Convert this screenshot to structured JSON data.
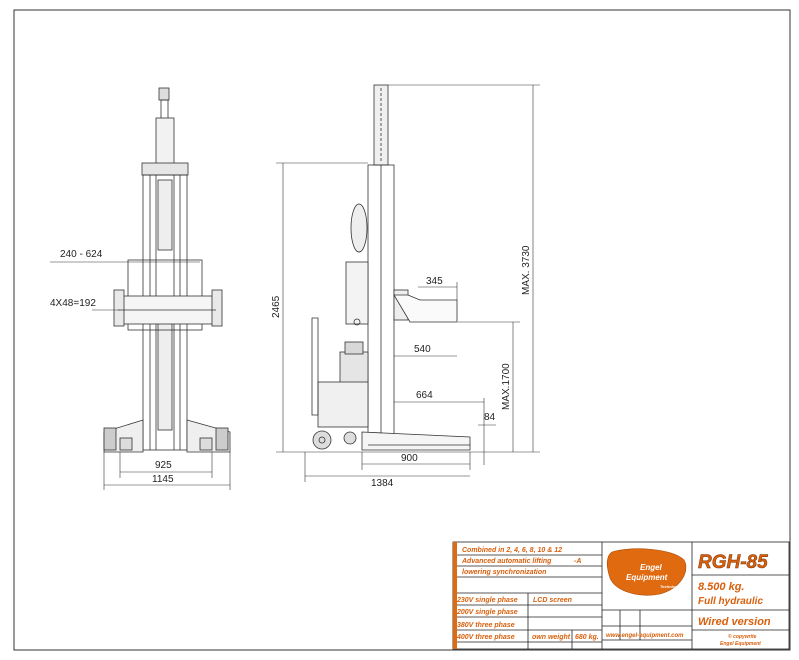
{
  "front_view": {
    "dim_lift_range": "240 - 624",
    "dim_forks": "4X48=192",
    "dim_inner_width": "925",
    "dim_outer_width": "1145"
  },
  "side_view": {
    "dim_total_height": "2465",
    "dim_max_height": "MAX. 3730",
    "dim_fork_width": "345",
    "dim_540": "540",
    "dim_664": "664",
    "dim_max_lift": "MAX.1700",
    "dim_84": "84",
    "dim_900": "900",
    "dim_1384": "1384"
  },
  "title_block": {
    "features": [
      "Combined in 2, 4, 6, 8, 10 & 12",
      "Advanced automatic lifting",
      "lowering synchronization"
    ],
    "feature_tick": "-A",
    "power": [
      "230V  single phase",
      "200V  single phase",
      "380V  three phase",
      "400V  three phase"
    ],
    "screen": "LCD screen",
    "own_weight_label": "own weight",
    "own_weight_value": "680 kg.",
    "logo_line1": "Engel",
    "logo_line2": "Equipment",
    "logo_sub": "Technical",
    "website": "www.engel-equipment.com",
    "model": "RGH-85",
    "capacity": "8.500 kg.",
    "drive": "Full hydraulic",
    "version": "Wired version",
    "copyright": "© copywrite",
    "copyright2": "Engel Equipment",
    "accent_color": "#e06a10"
  }
}
